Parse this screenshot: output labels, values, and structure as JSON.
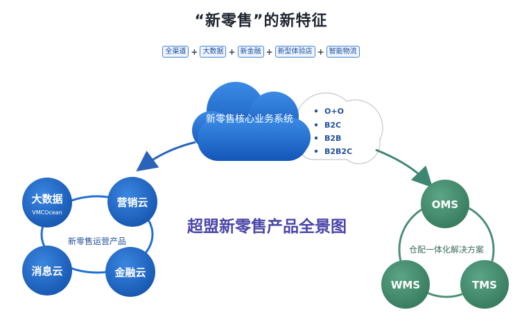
{
  "title": "“新零售”的新特征",
  "features": [
    "全渠道",
    "大数据",
    "新金融",
    "新型体验店",
    "智能物流"
  ],
  "plus_symbol": "+",
  "cloud": {
    "main_label": "新零售核心业务系统",
    "bullets": [
      "O+O",
      "B2C",
      "B2B",
      "B2B2C"
    ]
  },
  "center_title": "超盟新零售产品全景图",
  "left_group": {
    "center_label": "新零售运营产品",
    "bigdata_label": "大数据",
    "bigdata_sub": "VMCOcean",
    "marketing_label": "营销云",
    "message_label": "消息云",
    "finance_label": "金融云"
  },
  "right_group": {
    "center_label": "仓配一体化解决方案",
    "oms_label": "OMS",
    "wms_label": "WMS",
    "tms_label": "TMS"
  },
  "colors": {
    "blue": "#1f6fd1",
    "green": "#4b8f72",
    "arrow_blue": "#2a63b8",
    "arrow_green": "#3f8672"
  }
}
